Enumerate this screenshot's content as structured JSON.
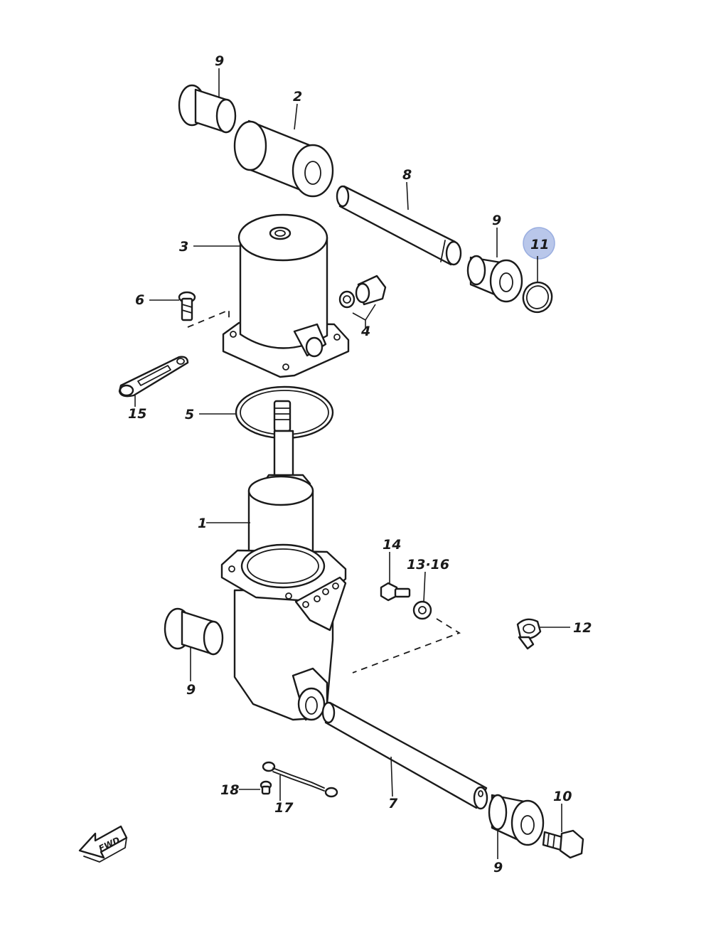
{
  "diagram": {
    "labels": {
      "p1": "1",
      "p2": "2",
      "p3": "3",
      "p4": "4",
      "p5": "5",
      "p6": "6",
      "p7": "7",
      "p8": "8",
      "p9a": "9",
      "p9b": "9",
      "p9c": "9",
      "p9d": "9",
      "p10": "10",
      "p11": "11",
      "p12": "12",
      "p1316": "13·16",
      "p14": "14",
      "p15": "15",
      "p17": "17",
      "p18": "18"
    },
    "fwd_label": "FWD",
    "highlight_color": "#b9c7ea",
    "line_color": "#1a1a1a"
  }
}
